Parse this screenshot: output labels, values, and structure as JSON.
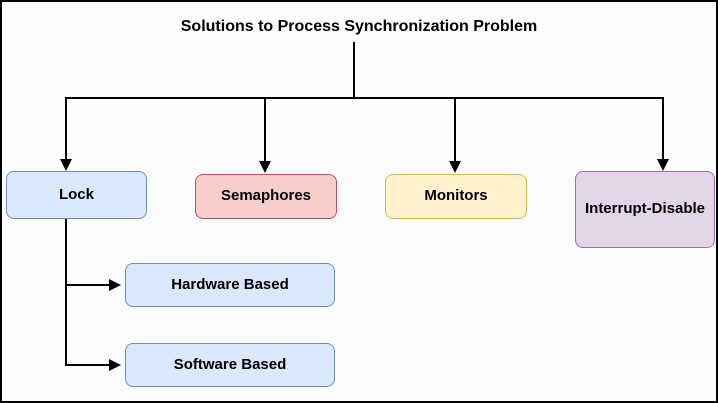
{
  "diagram": {
    "title": "Solutions to Process Synchronization Problem",
    "type": "tree-diagram",
    "connector_color": "#000000",
    "background_color": "#fcfcfc",
    "nodes": {
      "lock": {
        "label": "Lock",
        "fill": "#dae8fc",
        "border": "#6c8ebf"
      },
      "semaphores": {
        "label": "Semaphores",
        "fill": "#f8cecc",
        "border": "#b85450"
      },
      "monitors": {
        "label": "Monitors",
        "fill": "#fff2cc",
        "border": "#d6b656"
      },
      "interrupt_disable": {
        "label": "Interrupt-Disable",
        "fill": "#e1d5e7",
        "border": "#9673a6"
      },
      "hardware_based": {
        "label": "Hardware Based",
        "fill": "#dae8fc",
        "border": "#6c8ebf"
      },
      "software_based": {
        "label": "Software Based",
        "fill": "#dae8fc",
        "border": "#6c8ebf"
      }
    },
    "edges": [
      {
        "from": "title",
        "to": "lock"
      },
      {
        "from": "title",
        "to": "semaphores"
      },
      {
        "from": "title",
        "to": "monitors"
      },
      {
        "from": "title",
        "to": "interrupt_disable"
      },
      {
        "from": "lock",
        "to": "hardware_based"
      },
      {
        "from": "lock",
        "to": "software_based"
      }
    ]
  }
}
